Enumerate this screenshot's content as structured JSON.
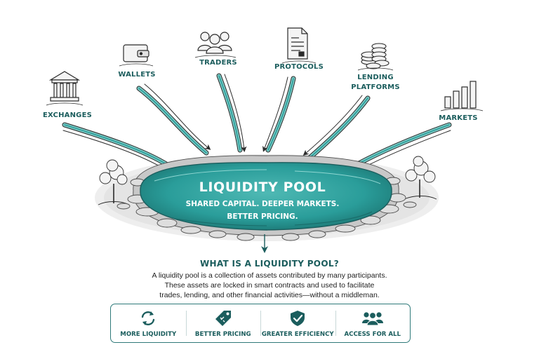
{
  "sources": [
    {
      "label": "EXCHANGES",
      "icon": "bank-building-icon"
    },
    {
      "label": "WALLETS",
      "icon": "wallet-icon"
    },
    {
      "label": "TRADERS",
      "icon": "people-group-icon"
    },
    {
      "label": "PROTOCOLS",
      "icon": "document-icon"
    },
    {
      "label": "LENDING\nPLATFORMS",
      "icon": "coin-stack-icon"
    },
    {
      "label": "MARKETS",
      "icon": "bar-chart-icon"
    }
  ],
  "pool": {
    "title": "LIQUIDITY POOL",
    "subtitle": "SHARED CAPITAL. DEEPER MARKETS.\nBETTER PRICING."
  },
  "explanation": {
    "title": "WHAT IS A LIQUIDITY POOL?",
    "body": "A liquidity pool is a collection of assets contributed by many participants.\nThese assets are locked in smart contracts and used to facilitate\ntrades, lending, and other financial activities—without a middleman."
  },
  "benefits": [
    {
      "label": "MORE LIQUIDITY",
      "icon": "refresh-arrows-icon"
    },
    {
      "label": "BETTER PRICING",
      "icon": "price-tag-icon"
    },
    {
      "label": "GREATER EFFICIENCY",
      "icon": "shield-check-icon"
    },
    {
      "label": "ACCESS FOR ALL",
      "icon": "people-group-icon"
    }
  ],
  "colors": {
    "accent": "#1b5d5d",
    "water": "#2a9d9a",
    "water_dark": "#1f7f7d",
    "water_light": "#5cc2bd",
    "stone": "#d9d9d9",
    "ink": "#2b2b2b"
  }
}
